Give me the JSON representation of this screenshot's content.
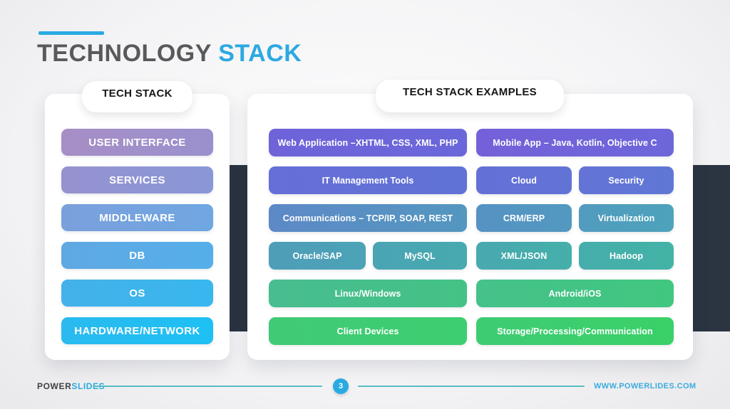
{
  "title": {
    "gray": "TECHNOLOGY",
    "blue": "STACK"
  },
  "colors": {
    "accent_blue": "#29abe2",
    "dark_band": "#2b3441",
    "title_gray": "#58595b",
    "footer_line_teal": "#56bdc2"
  },
  "left_panel": {
    "label": "TECH STACK",
    "items": [
      {
        "label": "USER INTERFACE",
        "from": "#a78ec5",
        "to": "#9a90ce"
      },
      {
        "label": "SERVICES",
        "from": "#9692d0",
        "to": "#8997d7"
      },
      {
        "label": "MIDDLEWARE",
        "from": "#7ba0dc",
        "to": "#6fa7e2"
      },
      {
        "label": "DB",
        "from": "#60a8e4",
        "to": "#54afe9"
      },
      {
        "label": "OS",
        "from": "#45b1ea",
        "to": "#38b7ee"
      },
      {
        "label": "HARDWARE/NETWORK",
        "from": "#2abaef",
        "to": "#1ec0f4"
      }
    ]
  },
  "right_panel": {
    "label": "TECH STACK EXAMPLES",
    "rows": [
      {
        "cells": [
          {
            "label": "Web Application –XHTML, CSS, XML, PHP",
            "from": "#6f63da",
            "to": "#6a67da"
          },
          {
            "label": "Mobile App – Java, Kotlin, Objective C",
            "from": "#7461d9",
            "to": "#6d66da"
          }
        ]
      },
      {
        "cells": [
          {
            "label": "IT Management Tools",
            "from": "#666ed7",
            "to": "#6072d6"
          },
          {
            "label": "Cloud",
            "from": "#6570d6",
            "to": "#6273d6"
          },
          {
            "label": "Security",
            "from": "#6374d6",
            "to": "#6077d5"
          }
        ]
      },
      {
        "cells": [
          {
            "label": "Communications – TCP/IP, SOAP, REST",
            "from": "#5d89c6",
            "to": "#5497c0"
          },
          {
            "label": "CRM/ERP",
            "from": "#5692c3",
            "to": "#5299c0"
          },
          {
            "label": "Virtualization",
            "from": "#529bbf",
            "to": "#4ea2bb"
          }
        ]
      },
      {
        "cells": [
          {
            "label": "Oracle/SAP",
            "from": "#4f9db9",
            "to": "#4ba3b5"
          },
          {
            "label": "MySQL",
            "from": "#4aa4b4",
            "to": "#47aab0"
          },
          {
            "label": "XML/JSON",
            "from": "#48a9af",
            "to": "#45afaa"
          },
          {
            "label": "Hadoop",
            "from": "#46adac",
            "to": "#43b3a6"
          }
        ]
      },
      {
        "cells": [
          {
            "label": "Linux/Windows",
            "from": "#48bd90",
            "to": "#44c286"
          },
          {
            "label": "Android/iOS",
            "from": "#45c18a",
            "to": "#41c77f"
          }
        ]
      },
      {
        "cells": [
          {
            "label": "Client Devices",
            "from": "#40ca77",
            "to": "#3dce6f"
          },
          {
            "label": "Storage/Processing/Communication",
            "from": "#3ecc73",
            "to": "#3ad168"
          }
        ]
      }
    ]
  },
  "footer": {
    "logo_dark": "POWER",
    "logo_blue": "SLIDES",
    "page_number": "3",
    "website": "WWW.POWERLIDES.COM"
  }
}
